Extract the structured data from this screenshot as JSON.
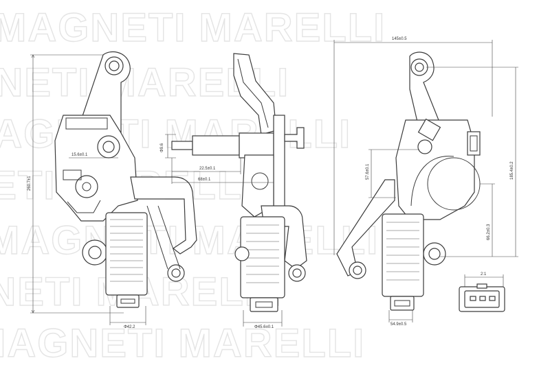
{
  "watermark": {
    "brand": "MAGNETI MARELLI"
  },
  "dimensions": {
    "left_height": "260.7±1",
    "left_hub_offset": "15.6±0.1",
    "left_motor_dia": "Φ42.2",
    "side_shaft_dia": "Φ9.6",
    "side_len_1": "22.5±0.1",
    "side_len_2": "68±0.1",
    "side_motor_dia": "Φ45.6±0.1",
    "right_width": "145±0.5",
    "right_small": "57.6±0.1",
    "right_height": "185.4±0.2",
    "right_mid": "66.2±0.3",
    "right_bottom": "54.9±0.5",
    "connector_pitch": "2:1"
  }
}
